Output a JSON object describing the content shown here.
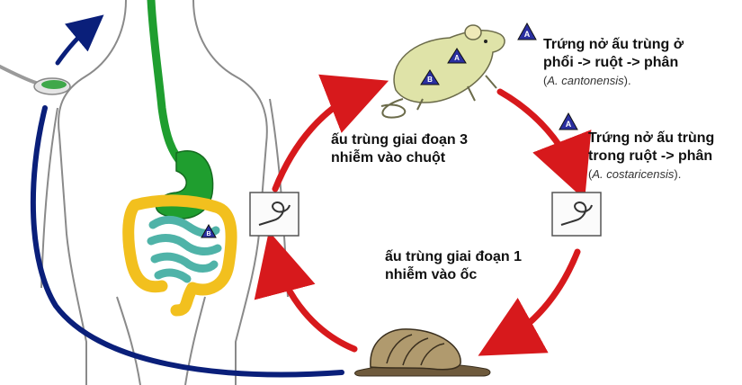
{
  "labels": {
    "stage3_line1": "ấu trùng giai đoạn 3",
    "stage3_line2": "nhiễm vào chuột",
    "stage1_line1": "ấu trùng giai đoạn 1",
    "stage1_line2": "nhiễm vào ốc",
    "canton_line1": "Trứng nở ấu trùng ở",
    "canton_line2": "phổi -> ruột -> phân",
    "canton_species": "A. cantonensis",
    "costa_line1": "Trứng nở ấu trùng",
    "costa_line2": "trong ruột -> phân",
    "costa_species": "A. costaricensis",
    "marker_letter": "A",
    "marker_letter_b": "B"
  },
  "colors": {
    "cycle_arrow": "#d7191c",
    "transmission_arrow": "#0a1f7a",
    "body_outline": "#8a8a8a",
    "esophagus_stomach": "#1f9e2f",
    "large_intestine": "#f2c01e",
    "small_intestine": "#4fb3a8",
    "rat_body": "#dfe3a8",
    "marker_fill": "#2a2fa0"
  },
  "icons": [
    "spoon-icon",
    "rat-icon",
    "snail-icon",
    "larva-card-icon",
    "triangle-marker-icon"
  ]
}
